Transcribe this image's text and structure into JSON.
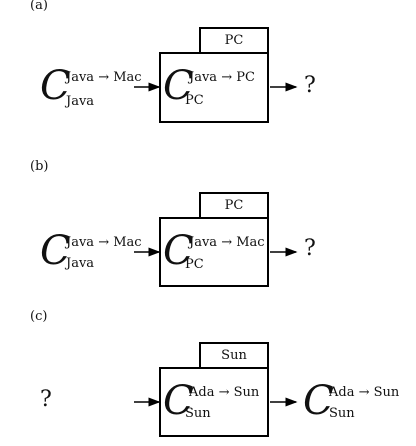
{
  "panels": [
    {
      "label": "(a)",
      "input": {
        "sup": "Java → Mac",
        "sub": "Java"
      },
      "machine": "PC",
      "inner": {
        "sup": "Java → PC",
        "sub": "PC"
      },
      "output": "?"
    },
    {
      "label": "(b)",
      "input": {
        "sup": "Java → Mac",
        "sub": "Java"
      },
      "machine": "PC",
      "inner": {
        "sup": "Java → Mac",
        "sub": "PC"
      },
      "output": "?"
    },
    {
      "label": "(c)",
      "input_unknown": "?",
      "machine": "Sun",
      "inner": {
        "sup": "Ada → Sun",
        "sub": "Sun"
      },
      "output": {
        "sup": "Ada → Sun",
        "sub": "Sun"
      }
    }
  ],
  "compiler_symbol": "C"
}
